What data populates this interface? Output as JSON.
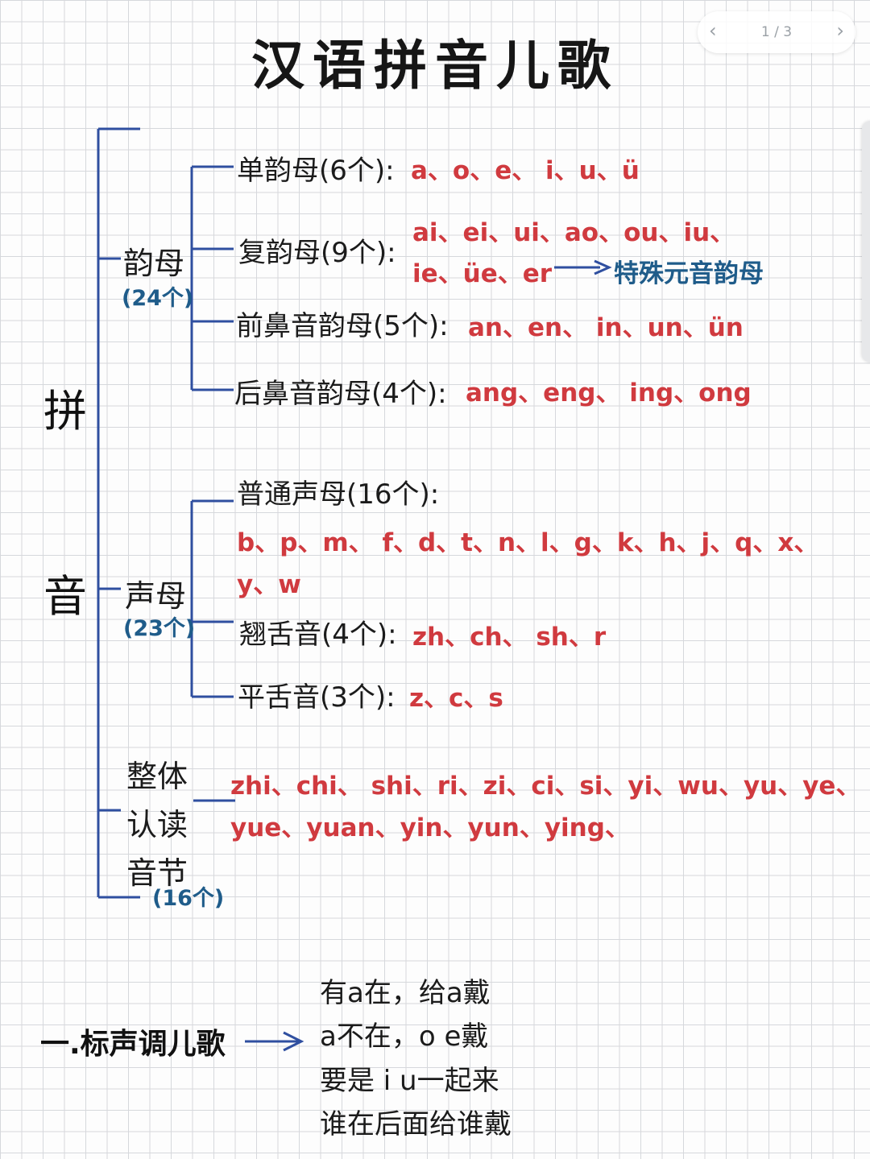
{
  "title": "汉语拼音儿歌",
  "pager": {
    "text": "1 / 3",
    "prev": "‹",
    "next": "›"
  },
  "root": {
    "char1": "拼",
    "char2": "音"
  },
  "finals": {
    "label": "韵母",
    "count": "(24个)",
    "single": {
      "label": "单韵母(6个):",
      "values": "a、o、e、 i、u、ü"
    },
    "compound": {
      "label": "复韵母(9个):",
      "line1": "ai、ei、ui、ao、ou、iu、",
      "line2": "ie、üe、er",
      "note": "特殊元音韵母"
    },
    "front_nasal": {
      "label": "前鼻音韵母(5个):",
      "values": "an、en、 in、un、ün"
    },
    "back_nasal": {
      "label": "后鼻音韵母(4个):",
      "values": "ang、eng、 ing、ong"
    }
  },
  "initials": {
    "label": "声母",
    "count": "(23个)",
    "common": {
      "label": "普通声母(16个):",
      "line1": "b、p、m、 f、d、t、n、l、g、k、h、j、q、x、",
      "line2": "y、w"
    },
    "retroflex": {
      "label": "翘舌音(4个):",
      "values": "zh、ch、 sh、r"
    },
    "flat": {
      "label": "平舌音(3个):",
      "values": "z、c、s"
    }
  },
  "syllables": {
    "line1": "整体",
    "line2": "认读",
    "line3": "音节",
    "count": "(16个)",
    "values1": "zhi、chi、 shi、ri、zi、ci、si、yi、wu、yu、ye、",
    "values2": "yue、yuan、yin、yun、ying、"
  },
  "song": {
    "title": "一.标声调儿歌",
    "lines": [
      "有a在，给a戴",
      "a不在，o  e戴",
      "要是 i u一起来",
      "谁在后面给谁戴"
    ]
  },
  "colors": {
    "blue_line": "#2f4fa0",
    "red_text": "#d03a3f",
    "dark_blue_text": "#1f5c8a"
  }
}
